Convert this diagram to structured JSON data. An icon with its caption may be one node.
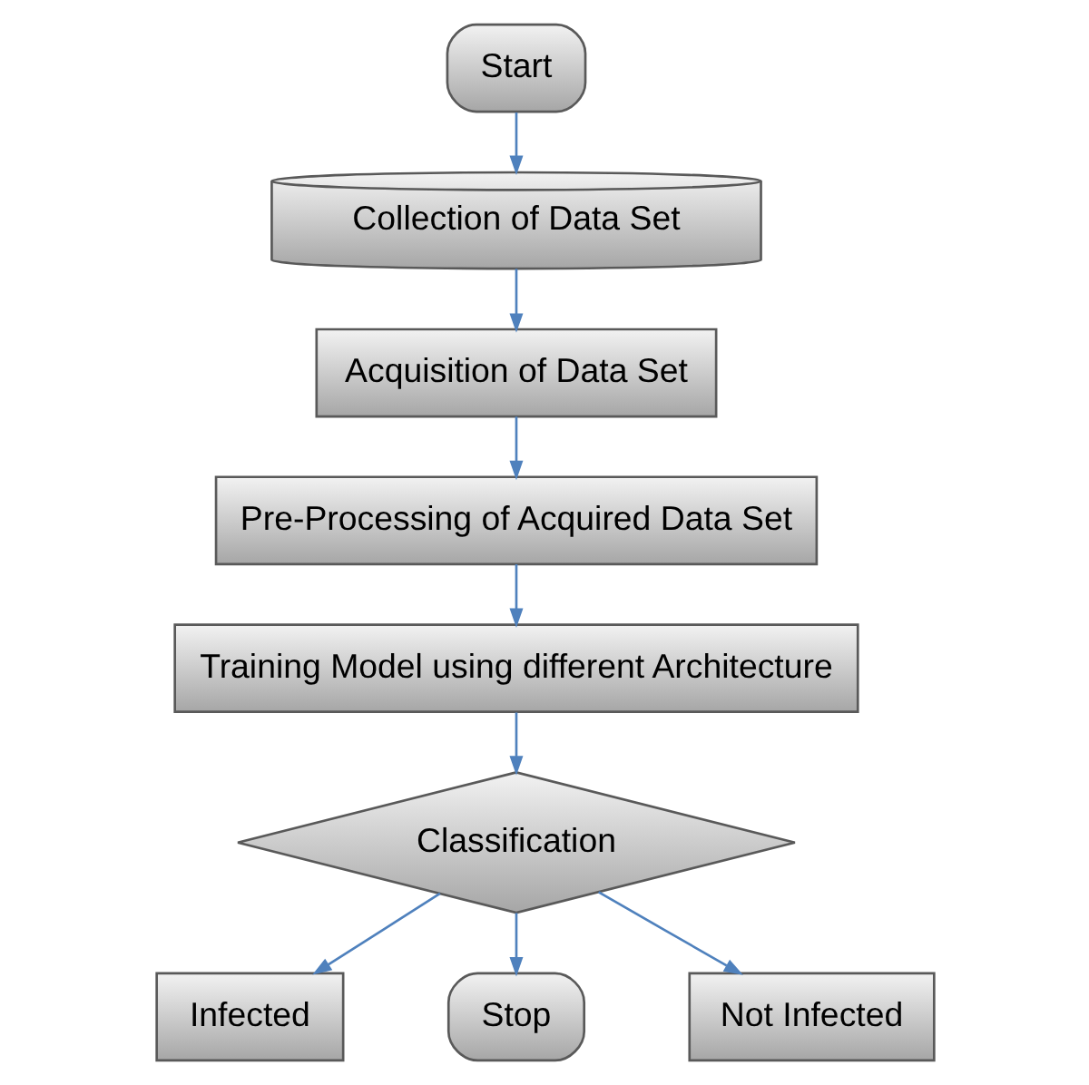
{
  "diagram": {
    "nodes": [
      {
        "text": [
          "Start"
        ]
      },
      {
        "text": [
          "Collection of Data Set"
        ]
      },
      {
        "text": [
          "Acquisition of Data Set"
        ]
      },
      {
        "text": [
          "Pre-Processing of Acquired Data Set"
        ]
      },
      {
        "text": [
          "Training Model using different Architecture"
        ]
      },
      {
        "text": [
          "Classification"
        ]
      },
      {
        "text": [
          "Infected"
        ]
      },
      {
        "text": [
          "Stop"
        ]
      },
      {
        "text": [
          "Not Infected"
        ]
      }
    ],
    "edges": [
      {
        "from": 0,
        "to": 1,
        "arrow": "to"
      },
      {
        "from": 1,
        "to": 2,
        "arrow": "to"
      },
      {
        "from": 2,
        "to": 3,
        "arrow": "to"
      },
      {
        "from": 3,
        "to": 4,
        "arrow": "to"
      },
      {
        "from": 4,
        "to": 5,
        "arrow": "to"
      },
      {
        "from": 5,
        "to": 6,
        "arrow": "to"
      },
      {
        "from": 5,
        "to": 7,
        "arrow": "to"
      },
      {
        "from": 5,
        "to": 8,
        "arrow": "to"
      }
    ]
  }
}
